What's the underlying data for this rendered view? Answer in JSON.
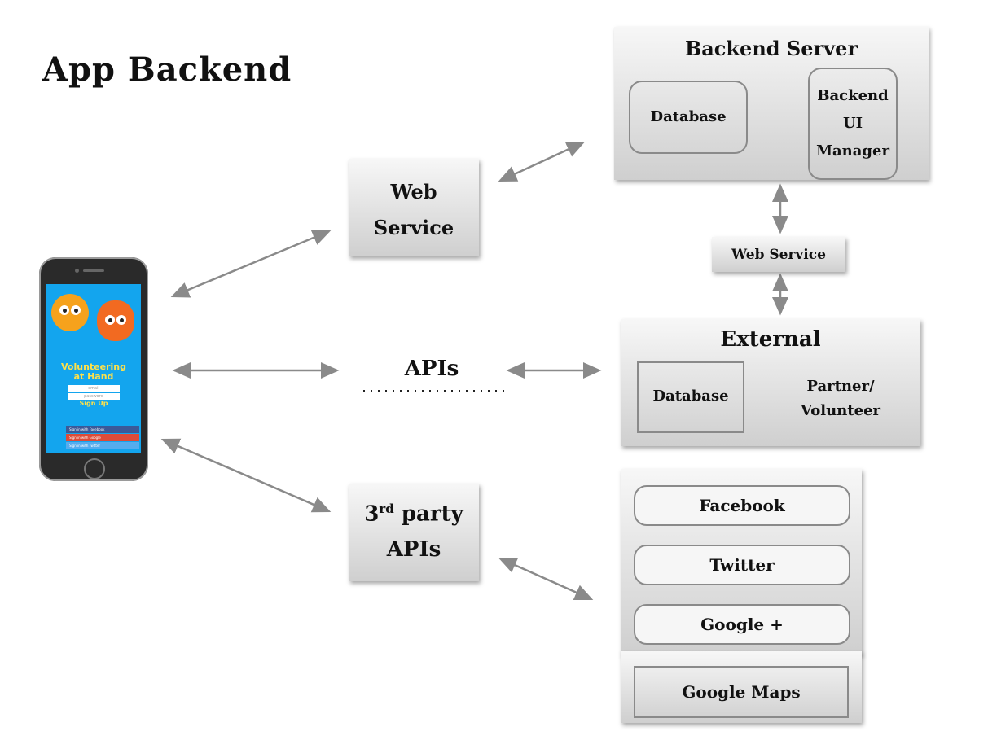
{
  "title": "App Backend",
  "backend_server": {
    "title": "Backend Server",
    "database": "Database",
    "ui_manager": [
      "Backend",
      "UI",
      "Manager"
    ]
  },
  "web_service_top": [
    "Web",
    "Service"
  ],
  "web_service_small": "Web Service",
  "apis": "APIs",
  "external": {
    "title": "External",
    "database": "Database",
    "partner": [
      "Partner/",
      "Volunteer"
    ]
  },
  "third_party": {
    "line1_main": "3",
    "line1_sup": "rd",
    "line1_rest": " party",
    "line2": "APIs"
  },
  "third_party_services": [
    "Facebook",
    "Twitter",
    "Google +",
    "Google Maps"
  ],
  "phone": {
    "app_name_1": "Volunteering",
    "app_name_2": "at Hand",
    "email_placeholder": "email",
    "password_placeholder": "password",
    "signup": "Sign Up",
    "social_buttons": [
      "Sign in with Facebook",
      "Sign in with Google",
      "Sign in with Twitter"
    ]
  },
  "colors": {
    "arrow": "#8a8a8a",
    "screen": "#13a5ee",
    "accent_text": "#ffe14a"
  }
}
